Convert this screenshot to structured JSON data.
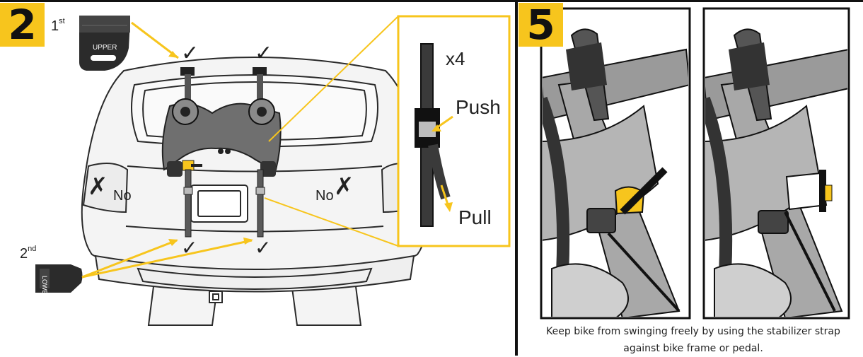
{
  "step_left": {
    "number": "2"
  },
  "step_right": {
    "number": "5"
  },
  "upper_hook": {
    "order": "1",
    "order_suffix": "st",
    "label": "UPPER"
  },
  "lower_hook": {
    "order": "2",
    "order_suffix": "nd",
    "label": "LOWER"
  },
  "detail": {
    "count": "x4",
    "push": "Push",
    "pull": "Pull"
  },
  "warn_left": {
    "mark": "✗",
    "text": "No"
  },
  "warn_right": {
    "mark": "✗",
    "text": "No"
  },
  "checks": {
    "mark": "✓"
  },
  "caption": {
    "line1": "Keep bike from swinging freely by using the stabilizer strap",
    "line2": "against bike frame or pedal."
  },
  "colors": {
    "accent": "#f7c51d",
    "frame_gray": "#9a9a9a",
    "strap_dark": "#3a3a3a",
    "outline": "#111111"
  }
}
